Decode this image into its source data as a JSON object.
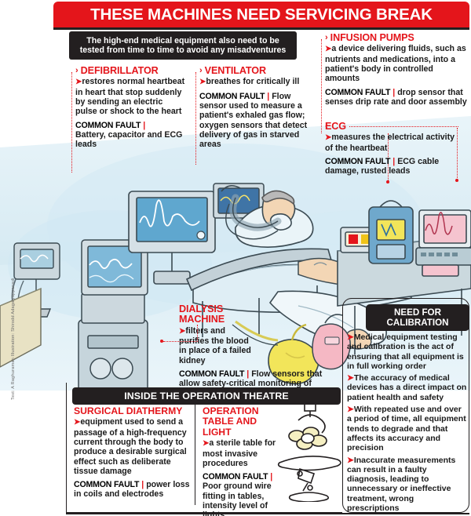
{
  "header": {
    "headline": "THESE MACHINES NEED SERVICING BREAK",
    "standfirst": "The high-end medical equipment also need to be tested from time to time to avoid any misadventures"
  },
  "colors": {
    "accent_red": "#e4151b",
    "black": "#231f20",
    "illustration_blue": "#bcdcea",
    "device_grey": "#cdd7dc",
    "skin": "#f2d3b3",
    "yellow": "#f2e55a"
  },
  "callouts": {
    "defibrillator": {
      "title": "DEFIBRILLATOR",
      "desc": "restores normal heartbeat in heart that stop suddenly by sending an electric pulse or shock to the heart",
      "fault_label": "COMMON FAULT",
      "fault_text": "Battery, capacitor and ECG leads"
    },
    "ventilator": {
      "title": "VENTILATOR",
      "desc": "breathes for critically ill",
      "fault_label": "COMMON FAULT",
      "fault_text": "Flow sensor used to measure a patient's exhaled gas flow; oxygen sensors that detect delivery of gas in starved areas"
    },
    "infusion_pumps": {
      "title": "INFUSION PUMPS",
      "desc": "a device delivering fluids, such as nutrients and medications, into a patient's body in controlled amounts",
      "fault_label": "COMMON FAULT",
      "fault_text": "drop sensor that senses drip rate and door assembly"
    },
    "ecg": {
      "title": "ECG",
      "desc": "measures the electrical activity of the heartbeat",
      "fault_label": "COMMON FAULT",
      "fault_text": "ECG cable damage, rusted leads"
    },
    "dialysis": {
      "title": "DIALYSIS MACHINE",
      "desc": "filters and purifies the blood in place of a failed kidney",
      "fault_label": "COMMON FAULT",
      "fault_text": "Flow sensors that allow safety-critical monitoring of liquid level"
    },
    "surgical_diathermy": {
      "title": "SURGICAL DIATHERMY",
      "desc": "equipment used to send a passage of a high-frequency current through the body to produce a desirable surgical effect such as deliberate tissue damage",
      "fault_label": "COMMON FAULT",
      "fault_text": "power loss in coils and electrodes"
    },
    "operation_table": {
      "title": "OPERATION TABLE AND LIGHT",
      "desc": "a sterile table for most invasive procedures",
      "fault_label": "COMMON FAULT",
      "fault_text": "Poor ground wire fitting in tables, intensity level of lights"
    }
  },
  "banners": {
    "operation_theatre": "INSIDE THE OPERATION THEATRE",
    "calibration_title": "NEED FOR CALIBRATION"
  },
  "calibration_points": [
    "Medical equipment testing and calibration is the act of ensuring that all  equipment is in full working order",
    "The accuracy of medical devices has a direct impact on patient health and safety",
    "With repeated use and over a period of time, all equipment tends to degrade and that affects its accuracy and precision",
    "Inaccurate measurements can result in a faulty diagnosis, leading to unnecessary or ineffective treatment, wrong prescriptions"
  ],
  "credit": "Text: A Raghuraman  Illustration: Shirodd Adagaiyappanadi",
  "icons": {
    "bullet": "➤",
    "caret": "›",
    "back_caret": "‹"
  }
}
